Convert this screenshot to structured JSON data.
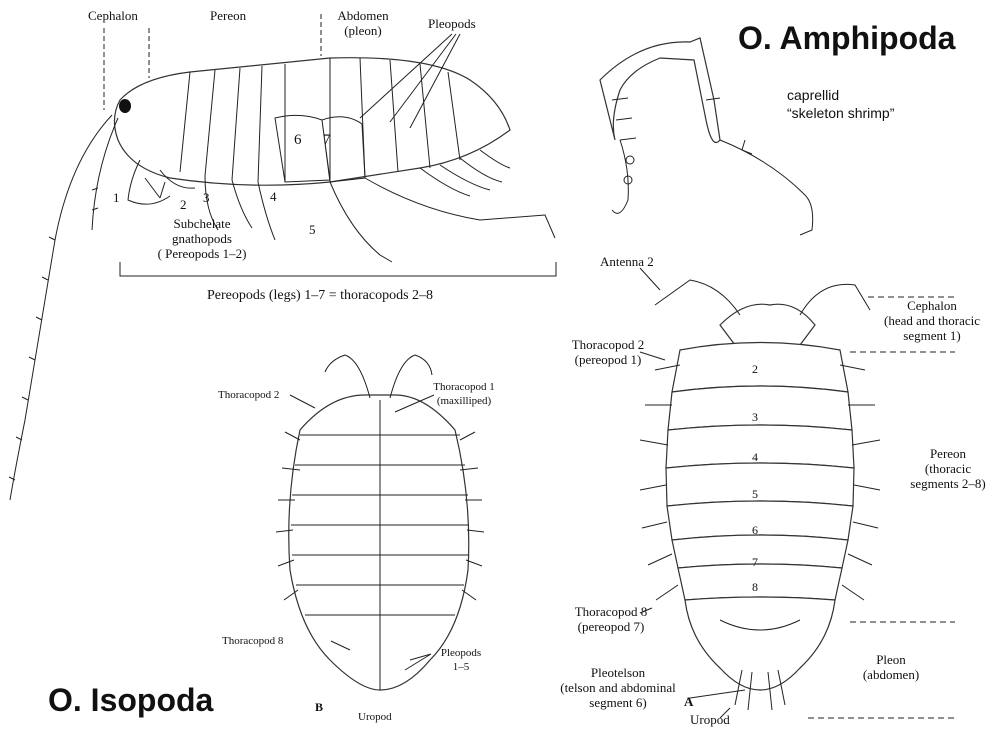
{
  "amphipod": {
    "title": "O. Amphipoda",
    "caprellid_line1": "caprellid",
    "caprellid_line2": "“skeleton shrimp”",
    "cephalon": "Cephalon",
    "pereon": "Pereon",
    "abdomen_line1": "Abdomen",
    "abdomen_line2": "(pleon)",
    "pleopods": "Pleopods",
    "subchelate_line1": "Subchelate",
    "subchelate_line2": "gnathopods",
    "subchelate_line3": "( Pereopods 1–2)",
    "legs_caption": "Pereopods (legs) 1–7 = thoracopods 2–8",
    "leg_numbers": [
      "1",
      "2",
      "3",
      "4",
      "5",
      "6",
      "7"
    ]
  },
  "isopod_ventral": {
    "title": "O. Isopoda",
    "thoracopod2": "Thoracopod 2",
    "thoracopod1_line1": "Thoracopod 1",
    "thoracopod1_line2": "(maxilliped)",
    "thoracopod8": "Thoracopod 8",
    "pleopods_line1": "Pleopods",
    "pleopods_line2": "1–5",
    "uropod": "Uropod",
    "figure_letter": "B"
  },
  "isopod_dorsal": {
    "antenna2": "Antenna 2",
    "thoracopod2_line1": "Thoracopod 2",
    "thoracopod2_line2": "(pereopod 1)",
    "cephalon_line1": "Cephalon",
    "cephalon_line2": "(head and thoracic",
    "cephalon_line3": "segment 1)",
    "pereon_line1": "Pereon",
    "pereon_line2": "(thoracic",
    "pereon_line3": "segments 2–8)",
    "thoracopod8_line1": "Thoracopod 8",
    "thoracopod8_line2": "(pereopod 7)",
    "pleotelson_line1": "Pleotelson",
    "pleotelson_line2": "(telson and abdominal",
    "pleotelson_line3": "segment 6)",
    "pleon_line1": "Pleon",
    "pleon_line2": "(abdomen)",
    "uropod": "Uropod",
    "figure_letter": "A",
    "segment_numbers": [
      "2",
      "3",
      "4",
      "5",
      "6",
      "7",
      "8"
    ]
  }
}
